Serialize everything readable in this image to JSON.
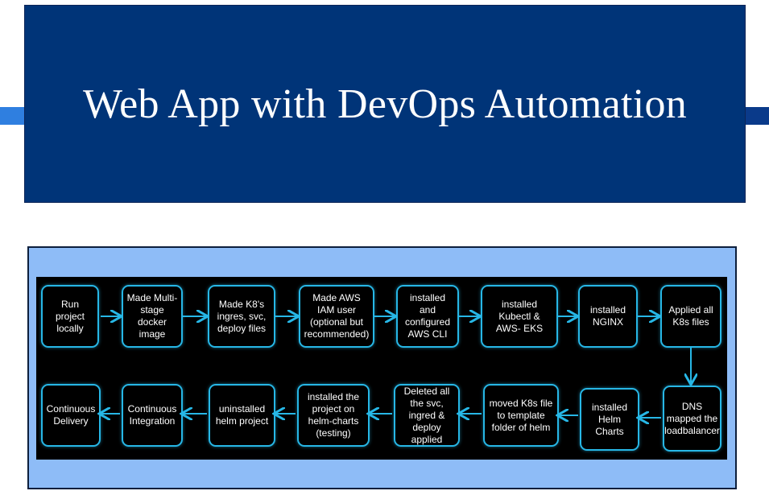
{
  "slide": {
    "title": "Web App with DevOps Automation",
    "colors": {
      "title_bg": "#003478",
      "frame_bg": "#8ebcf7",
      "canvas_bg": "#000000",
      "node_border": "#27b7e6",
      "accent_left": "#2f7fe0",
      "accent_right": "#0a3a8a"
    }
  },
  "flow": {
    "row1": [
      {
        "label": "Run project locally"
      },
      {
        "label": "Made Multi-stage docker image"
      },
      {
        "label": "Made K8's ingres, svc, deploy files"
      },
      {
        "label": "Made AWS IAM user (optional but recommended)"
      },
      {
        "label": "installed and configured AWS CLI"
      },
      {
        "label": "installed Kubectl & AWS- EKS"
      },
      {
        "label": "installed NGINX"
      },
      {
        "label": "Applied all K8s files"
      }
    ],
    "row2": [
      {
        "label": "DNS mapped the loadbalancer"
      },
      {
        "label": "installed Helm Charts"
      },
      {
        "label": "moved K8s file to template folder of helm"
      },
      {
        "label": "Deleted all the svc, ingred & deploy applied"
      },
      {
        "label": "installed the project on helm-charts (testing)"
      },
      {
        "label": "uninstalled helm project"
      },
      {
        "label": "Continuous Integration"
      },
      {
        "label": "Continuous Delivery"
      }
    ]
  }
}
